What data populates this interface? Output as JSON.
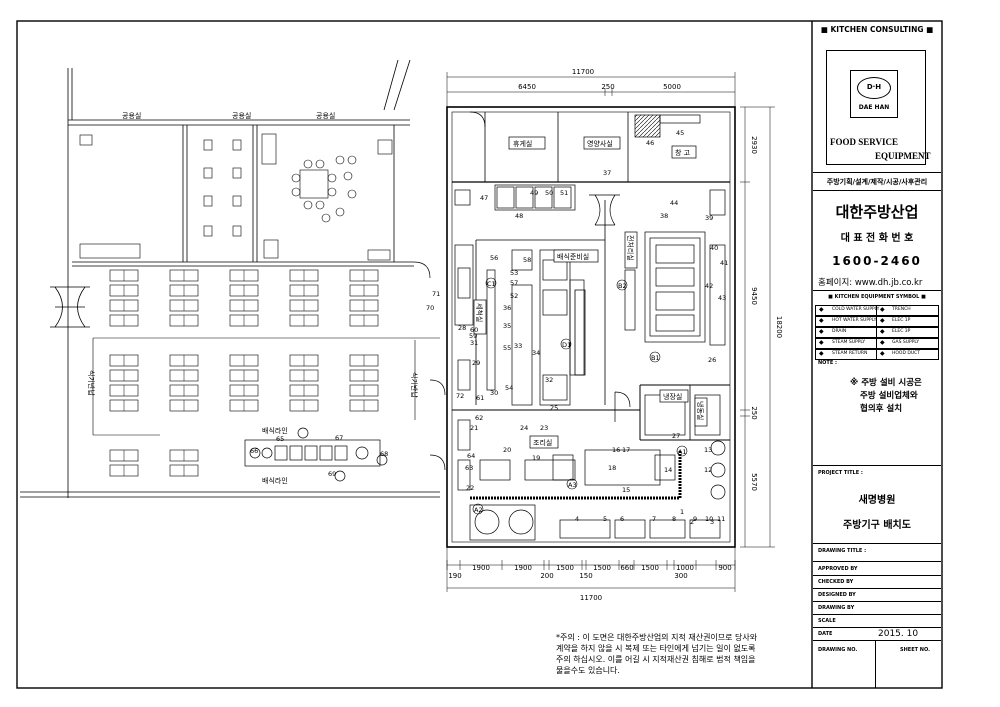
{
  "plan": {
    "dims_top": {
      "overall": "11700",
      "left": "6450",
      "mid": "250",
      "right": "5000"
    },
    "dims_bottom": {
      "segments": [
        "190",
        "1900",
        "1900",
        "200",
        "1500",
        "150",
        "1500",
        "660",
        "1500",
        "300",
        "1000",
        "900"
      ],
      "overall": "11700"
    },
    "dims_right": {
      "d1": "2930",
      "d2": "9450",
      "d3": "250",
      "d4": "5570",
      "overall": "18200"
    },
    "rooms": {
      "staff_lounge": "휴게실",
      "dietitian_office": "영양사실",
      "storage": "창 고",
      "side_dish_prep": "배식준비실",
      "dishwashing_room": "세척실",
      "cooking_room": "조리실",
      "fridge_room": "냉장실",
      "freezer_room": "냉동실",
      "shower_room": "전처리실"
    },
    "labels": {
      "serving_line_1": "배식라인",
      "serving_line_2": "배식라인",
      "left_vertical": "식기반납",
      "left_vertical_2": "식기반납",
      "restroom_1": "공용실",
      "restroom_2": "공용실",
      "restroom_3": "공용실"
    },
    "markers": [
      "A1",
      "A2",
      "A3",
      "B1",
      "B2",
      "C1",
      "D1"
    ],
    "item_numbers": [
      "1",
      "2",
      "3",
      "4",
      "5",
      "6",
      "7",
      "8",
      "9",
      "10",
      "11",
      "12",
      "13",
      "14",
      "15",
      "16",
      "17",
      "18",
      "19",
      "20",
      "21",
      "22",
      "23",
      "24",
      "25",
      "26",
      "27",
      "28",
      "29",
      "30",
      "31",
      "32",
      "33",
      "34",
      "35",
      "36",
      "37",
      "38",
      "39",
      "40",
      "41",
      "42",
      "43",
      "44",
      "45",
      "46",
      "47",
      "48",
      "49",
      "50",
      "51",
      "52",
      "53",
      "54",
      "55",
      "56",
      "57",
      "58",
      "59",
      "60",
      "61",
      "62",
      "63",
      "64",
      "65",
      "66",
      "67",
      "68",
      "69",
      "70",
      "71",
      "72"
    ]
  },
  "notice": {
    "line1": "*주의 : 이 도면은 대한주방산업의 지적 재산권이므로 당사와",
    "line2": "계약을 하지 않을 시 복제 또는 타인에게 넘기는 일이 없도록",
    "line3": "주의 하십시오. 이를 어길 시 지적재산권 침해로 법적 책임을",
    "line4": "물을수도 있습니다."
  },
  "title_block": {
    "header": "■ KITCHEN CONSULTING ■",
    "logo_top": "D·H",
    "logo_bottom": "DAE HAN",
    "fse_line1": "FOOD SERVICE",
    "fse_line2": "EQUIPMENT",
    "services": "주방기획/설계/제작/시공/사후관리",
    "company": "대한주방산업",
    "phone_label": "대 표 전 화 번 호",
    "phone": "1600-2460",
    "website": "홈페이지: www.dh.jb.co.kr",
    "symbol_title": "■ KITCHEN EQUIPMENT SYMBOL ■",
    "symbols": [
      {
        "left": "COLD WATER SUPPLY",
        "right": "TRENCH"
      },
      {
        "left": "HOT WATER SUPPLY",
        "right": "ELEC 1P"
      },
      {
        "left": "DRAIN",
        "right": "ELEC 3P"
      },
      {
        "left": "STEAM SUPPLY",
        "right": "GAS SUPPLY"
      },
      {
        "left": "STEAM RETURN",
        "right": "HOOD DUCT"
      }
    ],
    "note_label": "NOTE :",
    "note_line1": "※ 주방 설비 시공은",
    "note_line2": "주방 설비업체와",
    "note_line3": "협의후 설치",
    "project_title_label": "PROJECT TITLE :",
    "project_name": "새명병원",
    "project_sub": "주방기구 배치도",
    "drawing_title_label": "DRAWING TITLE :",
    "rows": [
      {
        "label": "APPROVED BY",
        "value": ""
      },
      {
        "label": "CHECKED BY",
        "value": ""
      },
      {
        "label": "DESIGNED BY",
        "value": ""
      },
      {
        "label": "DRAWING BY",
        "value": ""
      },
      {
        "label": "SCALE",
        "value": ""
      },
      {
        "label": "DATE",
        "value": "2015. 10"
      }
    ],
    "drawing_no_label": "DRAWING NO.",
    "sheet_no_label": "SHEET NO."
  }
}
